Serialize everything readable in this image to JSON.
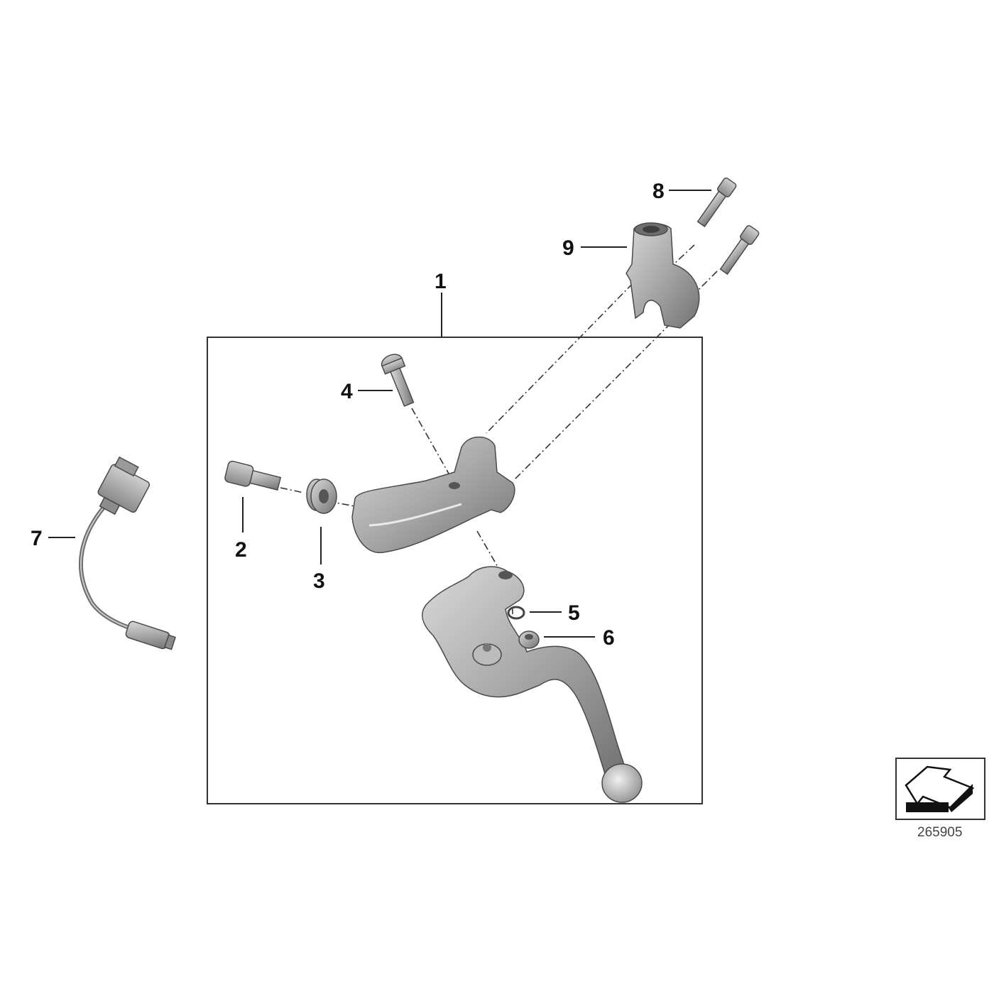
{
  "callouts": {
    "c1": "1",
    "c2": "2",
    "c3": "3",
    "c4": "4",
    "c5": "5",
    "c6": "6",
    "c7": "7",
    "c8": "8",
    "c9": "9"
  },
  "reference_number": "265905",
  "colors": {
    "part_fill": "#a6a6a6",
    "part_highlight": "#d6d6d6",
    "part_shadow": "#6e6e6e",
    "frame": "#333333",
    "text": "#111111"
  }
}
